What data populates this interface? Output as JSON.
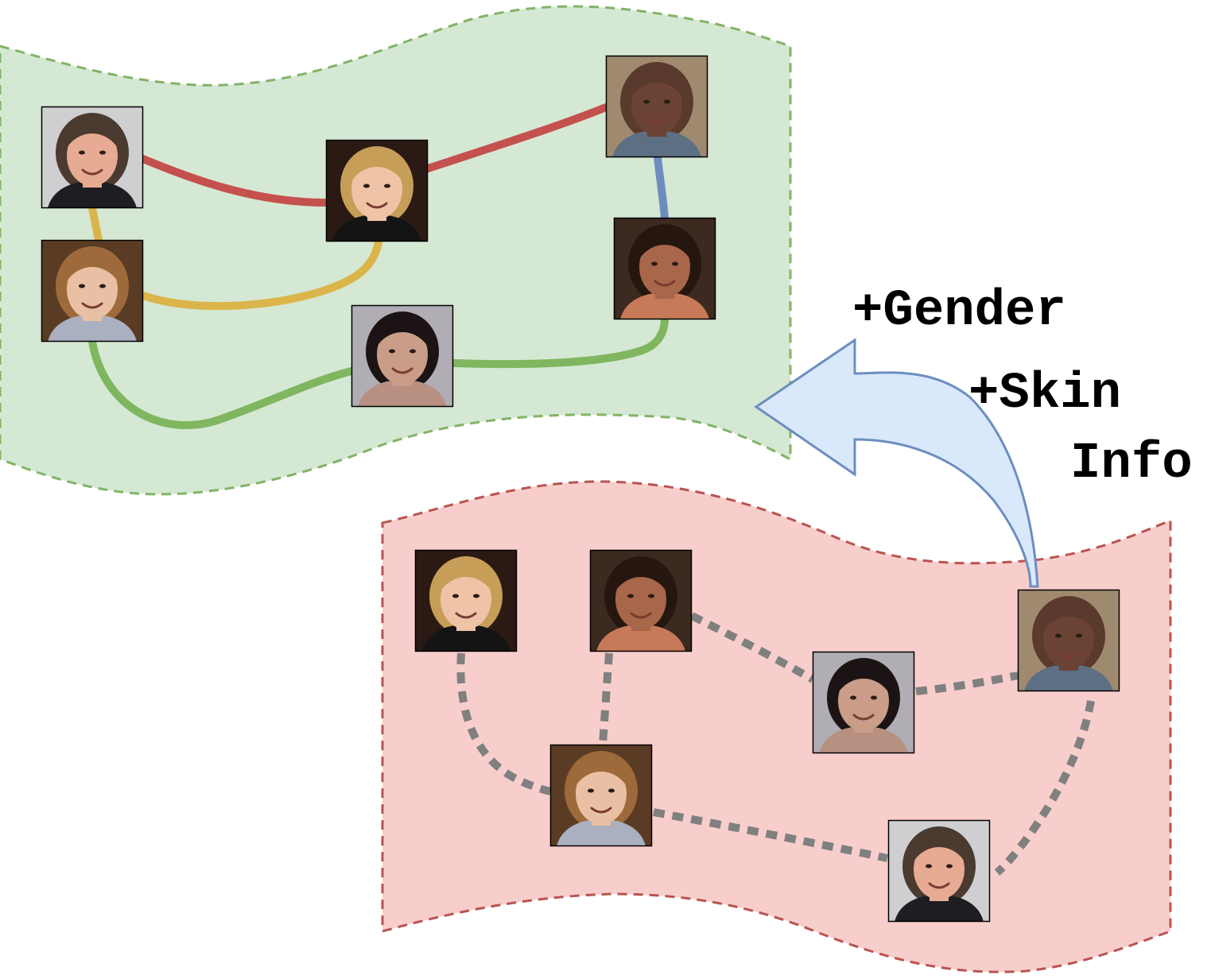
{
  "colors": {
    "upper_panel_fill": "#d5e8d4",
    "upper_panel_border": "#82b366",
    "lower_panel_fill": "#f8cecc",
    "lower_panel_border": "#b85450",
    "arrow_fill": "#dae8fc",
    "arrow_border": "#6c8ebf",
    "edge_red": "#c4514d",
    "edge_yellow": "#dbb54a",
    "edge_green": "#7fb65f",
    "edge_blue": "#6c8ebf",
    "edge_dotted_gray": "#808080"
  },
  "annotations": {
    "gender": "+Gender",
    "skin": "+Skin",
    "info": "Info"
  },
  "faces": {
    "older_man_suit": {
      "icon": "face-photo-heavyset-man-in-suit",
      "skin": "#e7aa92",
      "hair": "#4a3a30",
      "bg": "#cfcfd2",
      "clothes": "#1d1d22"
    },
    "blonde_boy": {
      "icon": "face-photo-blonde-boy-in-bowtie",
      "skin": "#eec3a6",
      "hair": "#c79e58",
      "bg": "#2b1a14",
      "clothes": "#141414"
    },
    "bald_man": {
      "icon": "face-photo-bald-smiling-man",
      "skin": "#6b4334",
      "hair": "#5a3a2c",
      "bg": "#a08a6f",
      "clothes": "#5c6f83"
    },
    "curly_woman": {
      "icon": "face-photo-curly-haired-woman",
      "skin": "#e9c0a3",
      "hair": "#9e6a3b",
      "bg": "#5a3c24",
      "clothes": "#aab0c0"
    },
    "smiling_woman": {
      "icon": "face-photo-smiling-dark-haired-woman",
      "skin": "#a8664a",
      "hair": "#25170f",
      "bg": "#3c2a20",
      "clothes": "#c77a59"
    },
    "dark_hair_woman": {
      "icon": "face-photo-woman-with-long-dark-hair",
      "skin": "#c99d87",
      "hair": "#1c1414",
      "bg": "#b0adb5",
      "clothes": "#b89081"
    }
  }
}
